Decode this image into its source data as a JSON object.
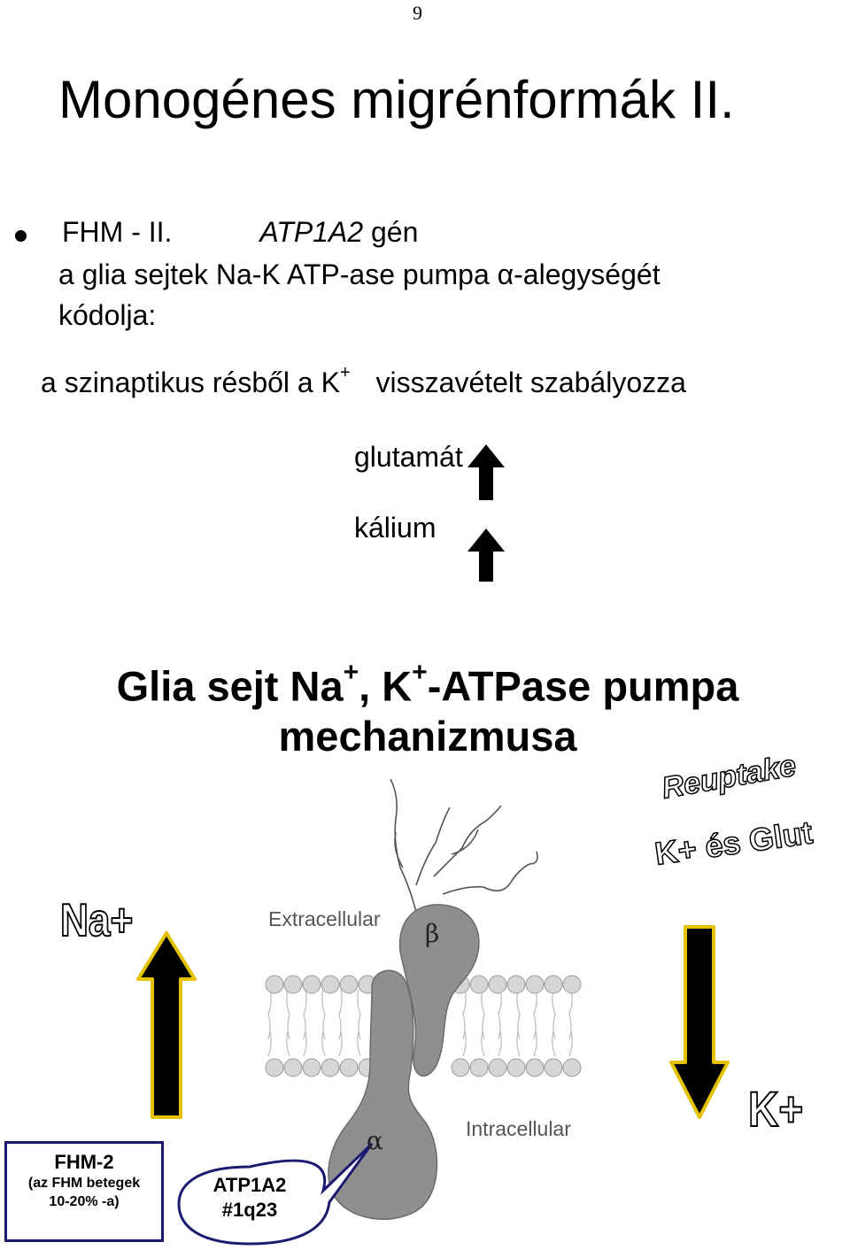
{
  "page_number": "9",
  "title": "Monogénes migrénformák II.",
  "bullet": {
    "label": "FHM - II.",
    "gene": "ATP1A2",
    "gene_suffix": "gén",
    "line2": "a glia sejtek Na-K ATP-ase pumpa α-alegységét",
    "line3": "kódolja:",
    "line4_before": "a szinaptikus résből a K",
    "line4_sup": "+",
    "line4_after": "visszavételt szabályozza"
  },
  "effects": [
    {
      "label": "glutamát",
      "direction": "up"
    },
    {
      "label": "kálium",
      "direction": "up"
    }
  ],
  "heading": {
    "part1": "Glia sejt  Na",
    "sup1": "+",
    "part2": ", K",
    "sup2": "+",
    "part3": "-ATPase pumpa",
    "line2": "mechanizmusa"
  },
  "diagram": {
    "na_label": "Na+",
    "k_label": "K+",
    "reuptake_line1": "Reuptake",
    "reuptake_line2": "K+ és Glut",
    "extracellular": "Extracellular",
    "intracellular": "Intracellular",
    "beta": "β",
    "alpha": "α"
  },
  "fhm_box": {
    "title": "FHM-2",
    "line1": "(az FHM betegek",
    "line2": "10-20% -a)"
  },
  "gene_callout": {
    "line1": "ATP1A2",
    "line2": "#1q23"
  },
  "colors": {
    "arrow_fill": "#000000",
    "arrow_outline": "#e5c100",
    "protein": "#8f8f8f",
    "lipid_head": "#cfcfcf",
    "callout_border": "#1a1a70",
    "bold_label_fill": "#ffffff"
  }
}
